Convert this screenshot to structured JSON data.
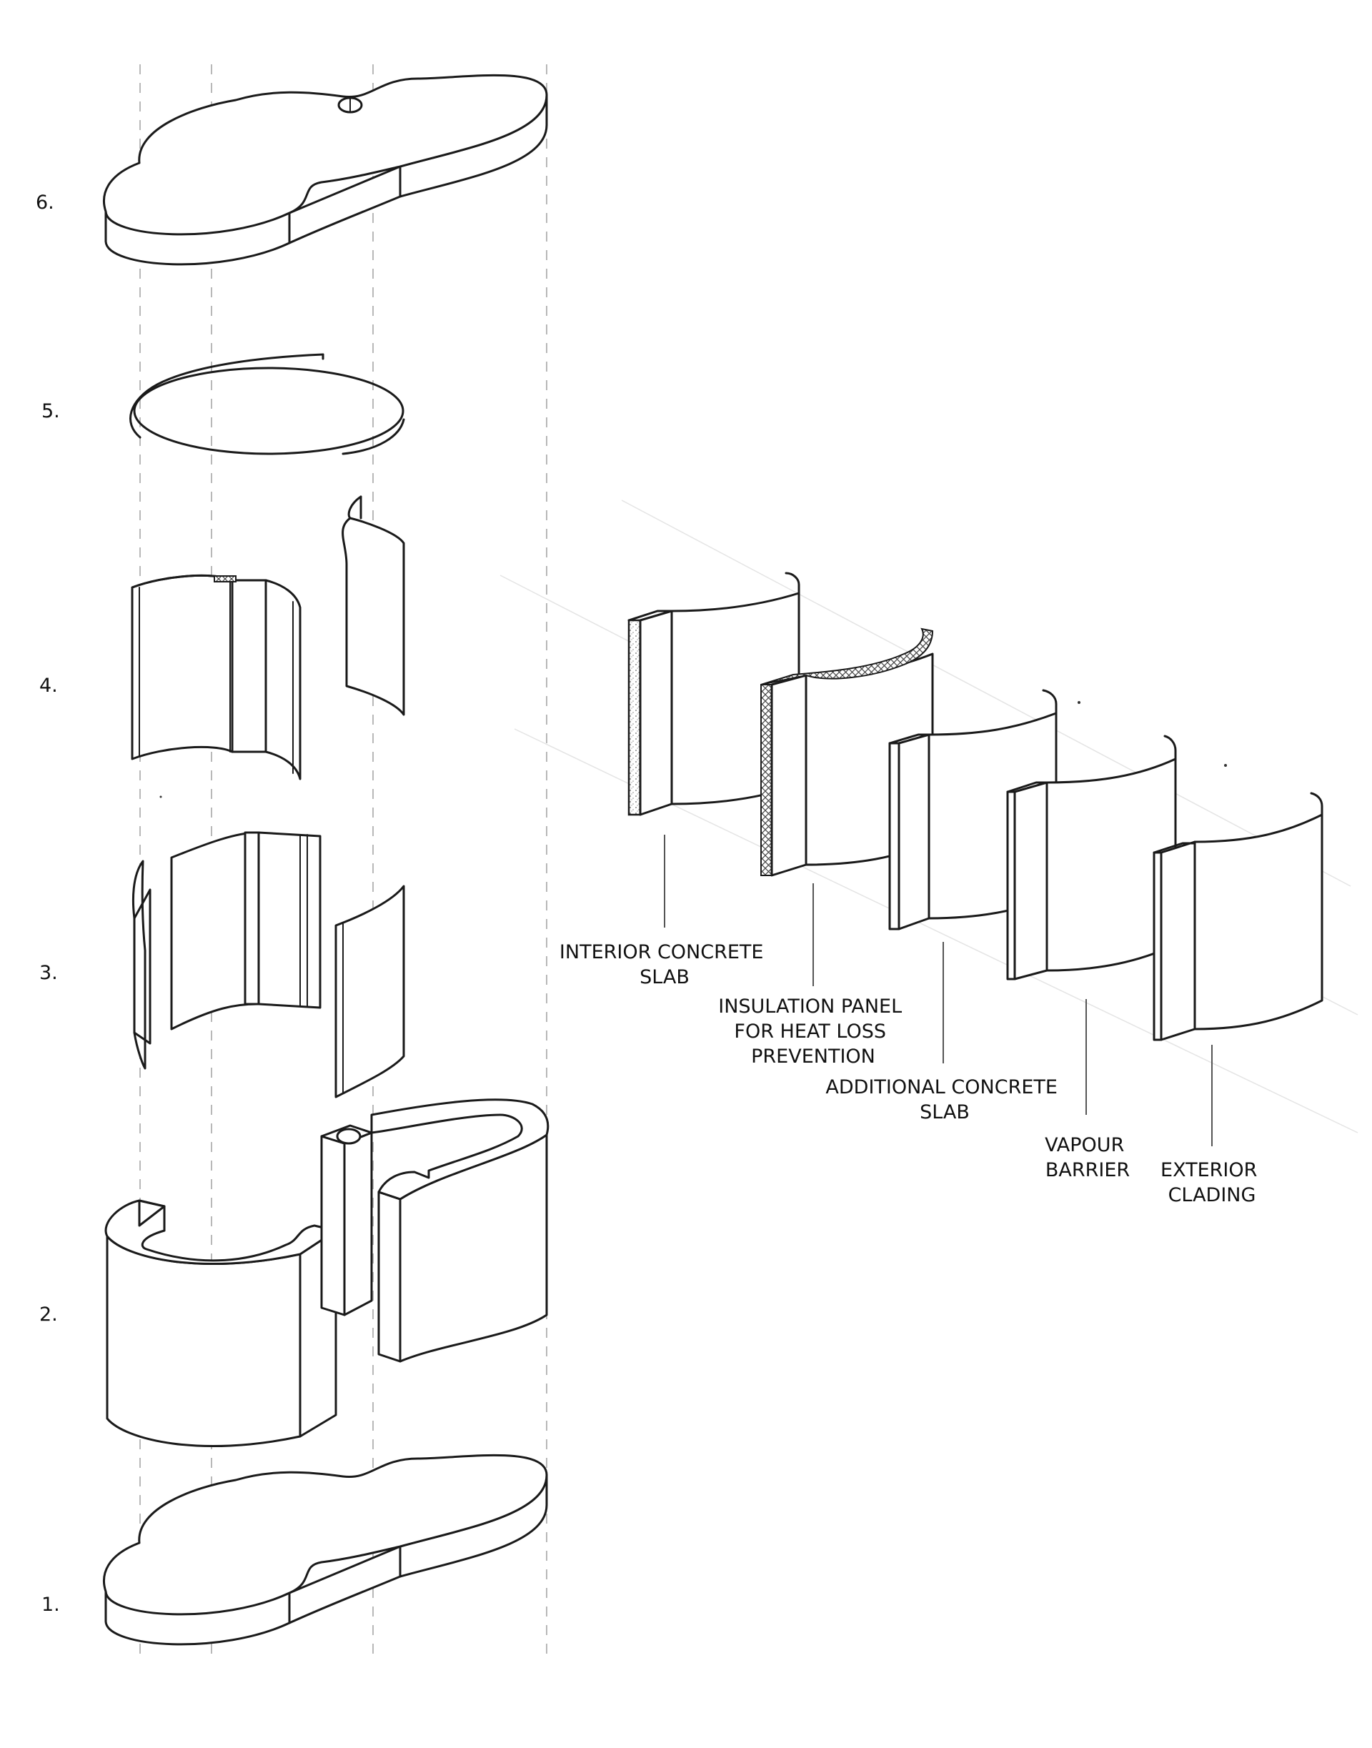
{
  "steps": [
    {
      "number": "1."
    },
    {
      "number": "2."
    },
    {
      "number": "3."
    },
    {
      "number": "4."
    },
    {
      "number": "5."
    },
    {
      "number": "6."
    }
  ],
  "layers": [
    {
      "lines": [
        "INTERIOR CONCRETE",
        "SLAB"
      ]
    },
    {
      "lines": [
        "INSULATION PANEL",
        "FOR HEAT LOSS",
        "PREVENTION"
      ]
    },
    {
      "lines": [
        "ADDITIONAL CONCRETE",
        "SLAB"
      ]
    },
    {
      "lines": [
        "VAPOUR",
        "BARRIER"
      ]
    },
    {
      "lines": [
        "EXTERIOR",
        "CLADING"
      ]
    }
  ]
}
